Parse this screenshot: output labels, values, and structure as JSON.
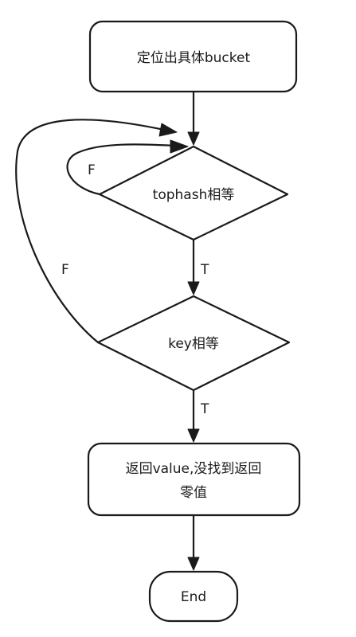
{
  "diagram": {
    "nodes": {
      "locate_bucket": {
        "label": "定位出具体bucket"
      },
      "tophash_equal": {
        "label": "tophash相等"
      },
      "key_equal": {
        "label": "key相等"
      },
      "return_value": {
        "line1": "返回value,没找到返回",
        "line2": "零值"
      },
      "end": {
        "label": "End"
      }
    },
    "edges": {
      "tophash_true": {
        "label": "T"
      },
      "key_true": {
        "label": "T"
      },
      "tophash_false": {
        "label": "F"
      },
      "key_false": {
        "label": "F"
      }
    }
  }
}
